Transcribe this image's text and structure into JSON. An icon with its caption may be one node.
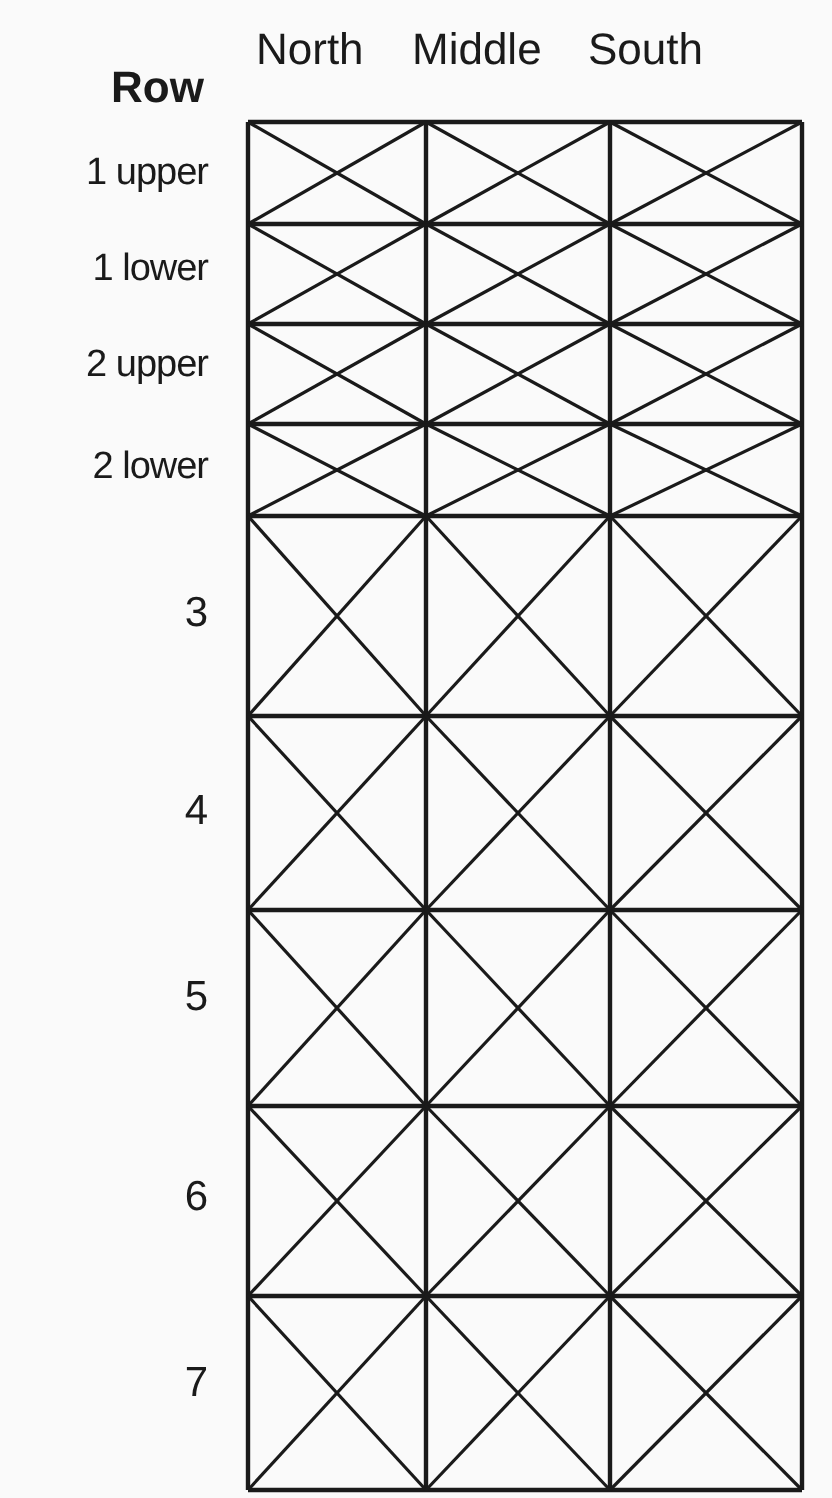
{
  "diagram": {
    "labels": [
      "North",
      "Middle",
      "South",
      "Row",
      "1 upper",
      "1 lower",
      "2 upper",
      "2 lower",
      "3",
      "4",
      "5",
      "6",
      "7"
    ]
  }
}
